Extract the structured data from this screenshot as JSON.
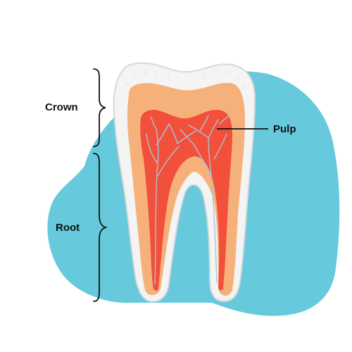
{
  "labels": {
    "crown": "Crown",
    "root": "Root",
    "pulp": "Pulp"
  },
  "colors": {
    "background_blob": "#66C9DC",
    "enamel": "#F4F4F4",
    "enamel_edge": "#D8D8D8",
    "dentin": "#F6B07A",
    "dentin_light": "#F9C89A",
    "pulp": "#F2503B",
    "nerves": "#A8C3D6",
    "label_text": "#111111"
  }
}
